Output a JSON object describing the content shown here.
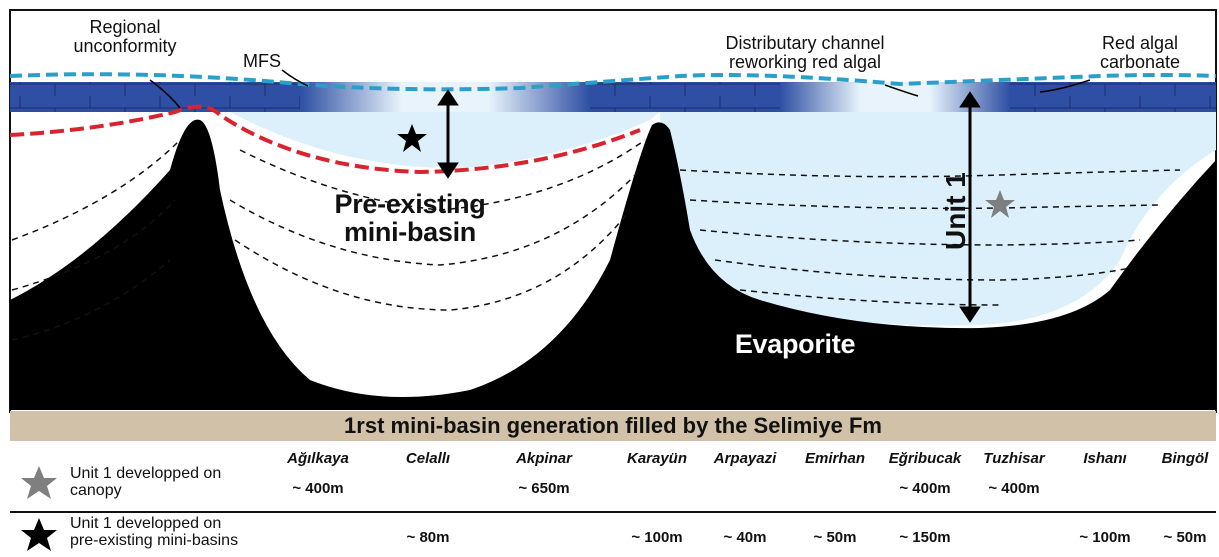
{
  "labels": {
    "regional_unconformity": "Regional\nunconformity",
    "mfs": "MFS",
    "distributary": "Distributary channel\nreworking red algal",
    "red_algal": "Red algal\ncarbonate",
    "pre_existing": "Pre-existing\nmini-basin",
    "unit1": "Unit 1",
    "evaporite": "Evaporite"
  },
  "banner": "1rst mini-basin generation filled by the Selimiye Fm",
  "legend": {
    "canopy": "Unit 1 developped on\ncanopy",
    "minibasin": "Unit 1 developped on\npre-existing mini-basins"
  },
  "locations": [
    {
      "name": "Ağılkaya",
      "canopy": "~ 400m",
      "minibasin": ""
    },
    {
      "name": "Celallı",
      "canopy": "",
      "minibasin": "~ 80m"
    },
    {
      "name": "Akpinar",
      "canopy": "~ 650m",
      "minibasin": ""
    },
    {
      "name": "Karayün",
      "canopy": "",
      "minibasin": "~ 100m"
    },
    {
      "name": "Arpayazi",
      "canopy": "",
      "minibasin": "~ 40m"
    },
    {
      "name": "Emirhan",
      "canopy": "",
      "minibasin": "~ 50m"
    },
    {
      "name": "Eğribucak",
      "canopy": "~ 400m",
      "minibasin": "~ 150m"
    },
    {
      "name": "Tuzhisar",
      "canopy": "~ 400m",
      "minibasin": ""
    },
    {
      "name": "Ishanı",
      "canopy": "",
      "minibasin": "~ 100m"
    },
    {
      "name": "Bingöl",
      "canopy": "",
      "minibasin": "~ 50m"
    }
  ],
  "colors": {
    "evaporite": "#000000",
    "unit1_fill": "#dcf0fb",
    "carbonate": "#2e4fa3",
    "mfs_line": "#2aa0c8",
    "unconformity": "#d9232e",
    "banner": "#d1c1a8",
    "grey_star": "#7f7f7f"
  },
  "icons": {
    "canopy": "grey-star-icon",
    "minibasin": "black-star-icon"
  }
}
